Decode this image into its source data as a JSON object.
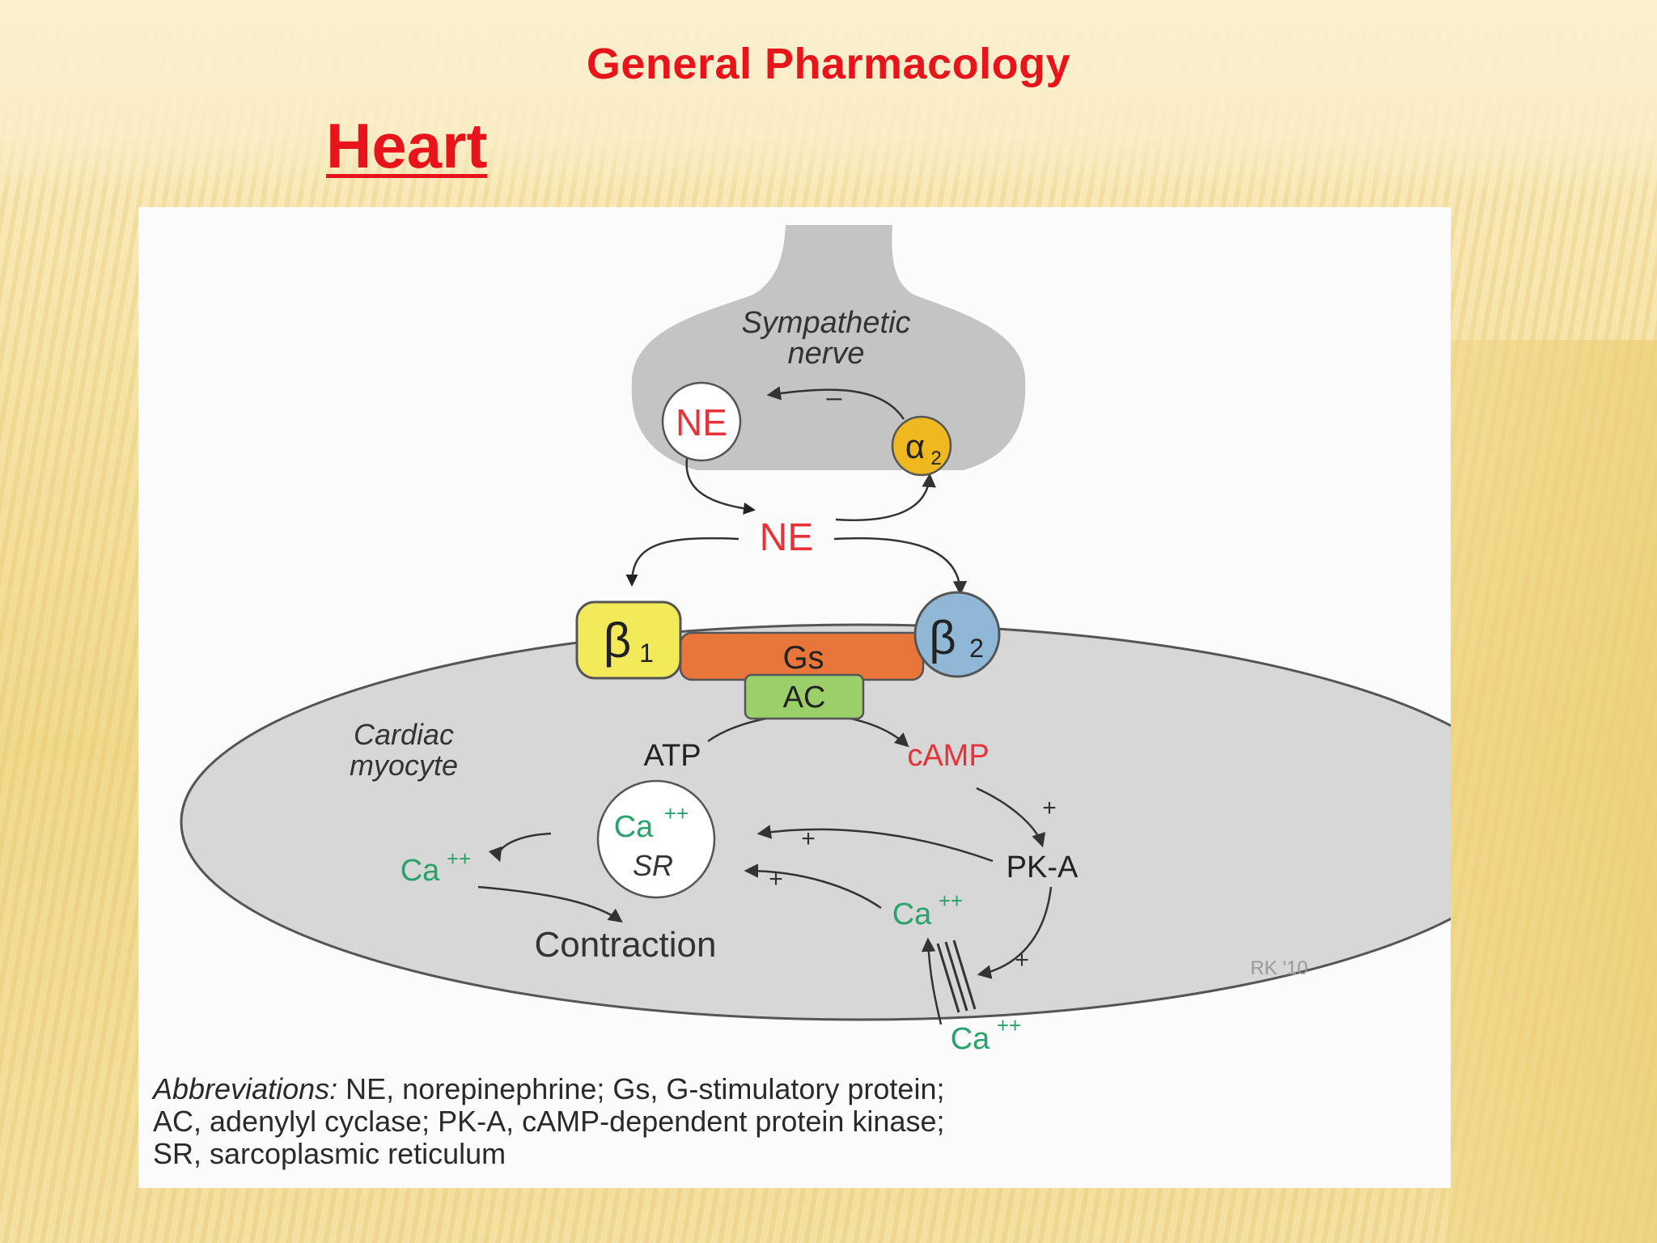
{
  "slide": {
    "header": "General Pharmacology",
    "title": "Heart"
  },
  "diagram": {
    "nerve_label_line1": "Sympathetic",
    "nerve_label_line2": "nerve",
    "ne_vesicle": "NE",
    "alpha2": "α",
    "alpha2_sub": "2",
    "ne_released": "NE",
    "minus_sign": "–",
    "beta1": "β",
    "beta1_sub": "1",
    "beta2": "β",
    "beta2_sub": "2",
    "gs": "Gs",
    "ac": "AC",
    "cell_label_line1": "Cardiac",
    "cell_label_line2": "myocyte",
    "atp": "ATP",
    "camp": "cAMP",
    "pka": "PK-A",
    "ca_sr": "Ca",
    "ca_sr_sup": "++",
    "sr": "SR",
    "ca_cytosol": "Ca",
    "ca_cytosol_sup": "++",
    "contraction": "Contraction",
    "ca_channel": "Ca",
    "ca_channel_sup": "++",
    "ca_outside": "Ca",
    "ca_outside_sup": "++",
    "plus_signs": [
      "+",
      "+",
      "+",
      "+"
    ],
    "signature": "RK '10"
  },
  "abbreviations": {
    "lead": "Abbreviations:",
    "line1": "NE, norepinephrine; Gs, G-stimulatory protein;",
    "line2": "AC, adenylyl cyclase; PK-A, cAMP-dependent protein kinase;",
    "line3": "SR, sarcoplasmic reticulum"
  },
  "colors": {
    "title_red": "#e8141b",
    "ne_red": "#e8323a",
    "ca_green": "#2aa36a",
    "beta1_yellow": "#f3ea5a",
    "beta2_blue": "#8fb8d6",
    "gs_orange": "#e8763a",
    "ac_green": "#9bcf6a",
    "alpha2_gold": "#f0b820",
    "cell_gray": "#d7d7d7",
    "nerve_gray": "#c4c4c4"
  }
}
